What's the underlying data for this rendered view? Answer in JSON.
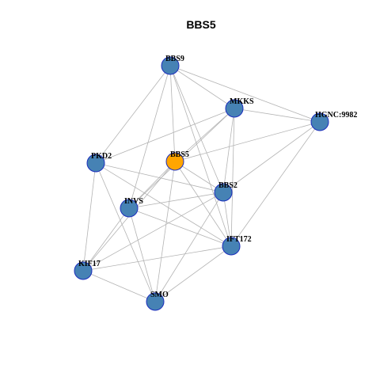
{
  "title": "BBS5",
  "colors": {
    "node": "#4682b4",
    "focus": "#ffa500",
    "border": "#1c2ebd",
    "edge": "#b3b3b3"
  },
  "focus": "BBS5",
  "nodes": [
    "BBS9",
    "MKKS",
    "HGNC:9982",
    "PKD2",
    "BBS5",
    "BBS2",
    "INVS",
    "IFT172",
    "KIF17",
    "SMO"
  ],
  "edges": [
    [
      "BBS9",
      "MKKS"
    ],
    [
      "BBS9",
      "HGNC:9982"
    ],
    [
      "BBS9",
      "PKD2"
    ],
    [
      "BBS9",
      "BBS5"
    ],
    [
      "BBS9",
      "BBS2"
    ],
    [
      "BBS9",
      "INVS"
    ],
    [
      "BBS9",
      "IFT172"
    ],
    [
      "MKKS",
      "HGNC:9982"
    ],
    [
      "MKKS",
      "PKD2"
    ],
    [
      "MKKS",
      "BBS5"
    ],
    [
      "MKKS",
      "BBS2"
    ],
    [
      "MKKS",
      "INVS"
    ],
    [
      "MKKS",
      "IFT172"
    ],
    [
      "HGNC:9982",
      "BBS5"
    ],
    [
      "HGNC:9982",
      "BBS2"
    ],
    [
      "HGNC:9982",
      "IFT172"
    ],
    [
      "PKD2",
      "BBS2"
    ],
    [
      "PKD2",
      "IFT172"
    ],
    [
      "PKD2",
      "KIF17"
    ],
    [
      "PKD2",
      "SMO"
    ],
    [
      "BBS5",
      "BBS2"
    ],
    [
      "BBS5",
      "INVS"
    ],
    [
      "BBS5",
      "IFT172"
    ],
    [
      "BBS5",
      "KIF17"
    ],
    [
      "BBS5",
      "SMO"
    ],
    [
      "BBS2",
      "INVS"
    ],
    [
      "BBS2",
      "IFT172"
    ],
    [
      "BBS2",
      "KIF17"
    ],
    [
      "BBS2",
      "SMO"
    ],
    [
      "INVS",
      "IFT172"
    ],
    [
      "INVS",
      "KIF17"
    ],
    [
      "INVS",
      "SMO"
    ],
    [
      "IFT172",
      "KIF17"
    ],
    [
      "IFT172",
      "SMO"
    ],
    [
      "KIF17",
      "SMO"
    ]
  ]
}
